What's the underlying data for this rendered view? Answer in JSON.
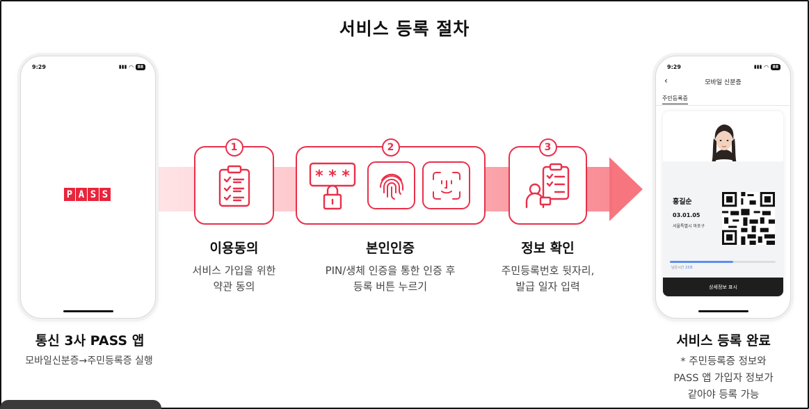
{
  "title": "서비스 등록 절차",
  "colors": {
    "accent": "#e8304a",
    "arrow": "#f67080"
  },
  "left_phone": {
    "time": "9:29",
    "battery": "88",
    "logo_letters": [
      "P",
      "A",
      "S",
      "S"
    ]
  },
  "left_caption": {
    "title": "통신 3사 PASS 앱",
    "text": "모바일신분증→주민등록증 실행"
  },
  "steps": [
    {
      "number": "1",
      "title": "이용동의",
      "lines": [
        "서비스 가입을 위한",
        "약관 동의"
      ],
      "icon": "checklist-icon"
    },
    {
      "number": "2",
      "title": "본인인증",
      "lines": [
        "PIN/생체 인증을 통한 인증 후",
        "등록 버튼 누르기"
      ],
      "icons": [
        "pin-lock-icon",
        "fingerprint-icon",
        "face-id-icon"
      ]
    },
    {
      "number": "3",
      "title": "정보 확인",
      "lines": [
        "주민등록번호 뒷자리,",
        "발급 일자 입력"
      ],
      "icon": "person-checklist-icon"
    }
  ],
  "right_phone": {
    "time": "9:29",
    "battery": "88",
    "header": "모바일 신분증",
    "tab": "주민등록증",
    "name": "홍길순",
    "dob": "03.01.05",
    "address": "서울특별시 마포구",
    "remaining_label": "남은시간",
    "remaining_value": "23초",
    "progress": 0.6,
    "detail_button": "상세정보 표시"
  },
  "right_caption": {
    "title": "서비스 등록 완료",
    "lines": [
      "* 주민등록증 정보와",
      "PASS 앱 가입자 정보가",
      "같아야 등록 가능"
    ]
  }
}
